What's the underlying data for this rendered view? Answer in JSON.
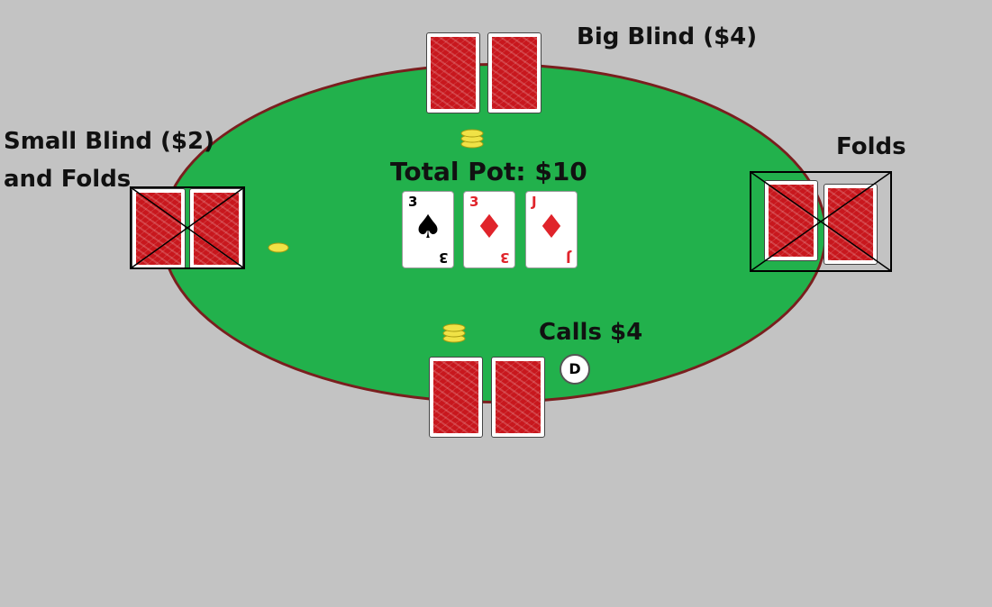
{
  "table": {
    "felt_color": "#22b14c",
    "rail_color": "#7a1e1e",
    "background": "#c3c3c3"
  },
  "seats": {
    "top": {
      "label": "Big Blind ($4)"
    },
    "left": {
      "label_line1": "Small Blind ($2)",
      "label_line2": "and Folds"
    },
    "right": {
      "label": "Folds"
    },
    "bottom": {
      "label": "Calls $4"
    }
  },
  "pot": {
    "label": "Total Pot: $10"
  },
  "board": [
    {
      "rank": "3",
      "suit": "♠",
      "color": "black"
    },
    {
      "rank": "3",
      "suit": "♦",
      "color": "red"
    },
    {
      "rank": "J",
      "suit": "♦",
      "color": "red"
    }
  ],
  "dealer_button": {
    "label": "D"
  },
  "icons": [
    "card-back-icon",
    "chip-stack-icon",
    "dealer-button-icon",
    "folded-cross-icon"
  ]
}
